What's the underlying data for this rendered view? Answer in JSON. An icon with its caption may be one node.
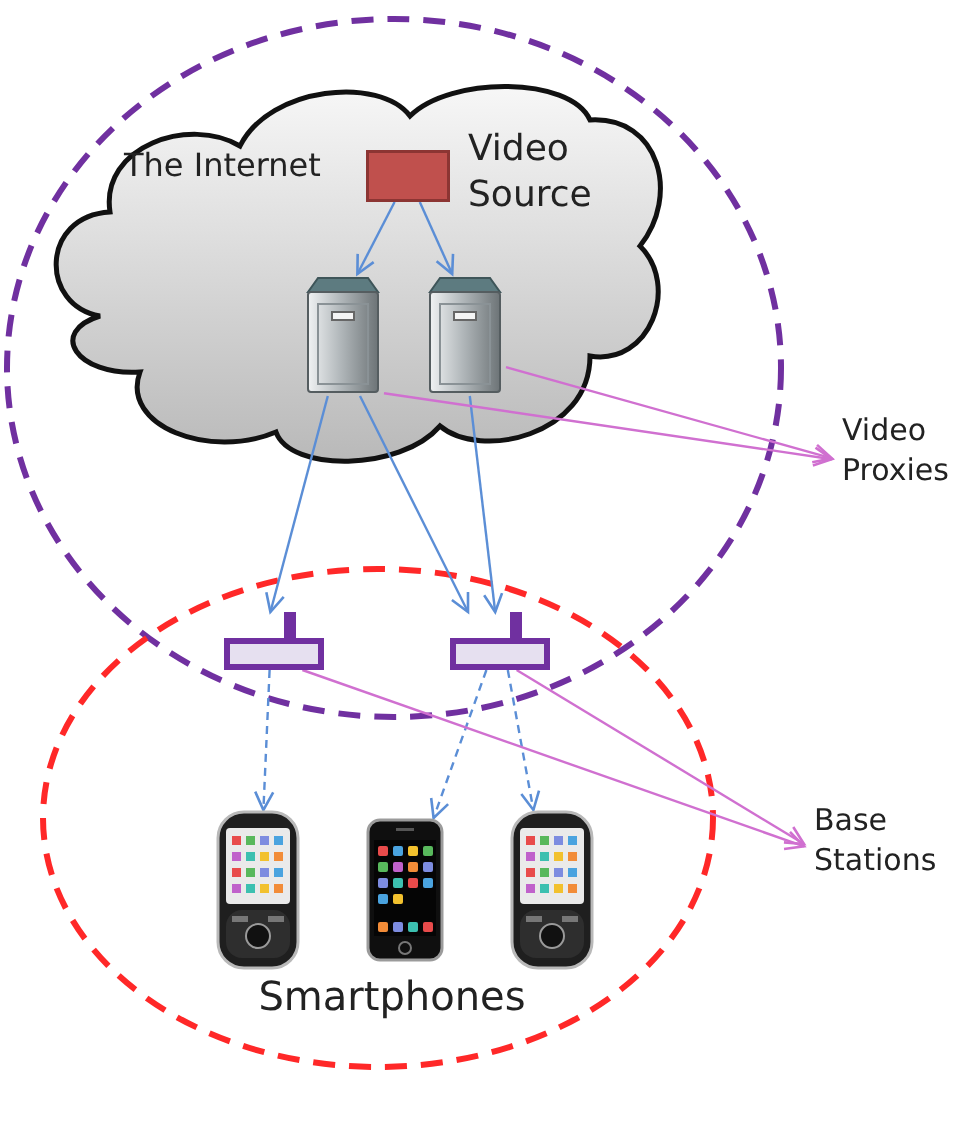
{
  "diagram": {
    "nodes": [
      {
        "text": [],
        "shape": "ellipse"
      },
      {
        "text": [
          "The Internet"
        ],
        "in": 0
      },
      {
        "text": [],
        "shape": "box",
        "beside": [
          "Video Source"
        ],
        "in": 1
      },
      {
        "text": [],
        "shape": "picture",
        "in": 1
      },
      {
        "text": [],
        "shape": "picture",
        "in": 1
      },
      {
        "text": [
          "Video Proxies"
        ]
      },
      {
        "text": [
          "Smartphones"
        ]
      },
      {
        "text": [],
        "shape": "box"
      },
      {
        "text": [],
        "shape": "box"
      },
      {
        "text": [],
        "shape": "picture",
        "in": 6
      },
      {
        "text": [],
        "shape": "picture",
        "in": 6
      },
      {
        "text": [],
        "shape": "picture",
        "in": 6
      },
      {
        "text": [
          "Base Stations"
        ]
      }
    ],
    "edges": [
      {
        "from": 2,
        "to": 3,
        "arrow": "to"
      },
      {
        "from": 2,
        "to": 4,
        "arrow": "to"
      },
      {
        "from": 3,
        "to": 7,
        "arrow": "to"
      },
      {
        "from": 3,
        "to": 8,
        "arrow": "to"
      },
      {
        "from": 4,
        "to": 8,
        "arrow": "to"
      },
      {
        "from": 7,
        "to": 9,
        "arrow": "to",
        "style": "dashed"
      },
      {
        "from": 8,
        "to": 10,
        "arrow": "to",
        "style": "dashed"
      },
      {
        "from": 8,
        "to": 11,
        "arrow": "to",
        "style": "dashed"
      },
      {
        "from": 3,
        "to": 5,
        "arrow": "to",
        "color": "#d070d0"
      },
      {
        "from": 4,
        "to": 5,
        "arrow": "to",
        "color": "#d070d0"
      },
      {
        "from": 7,
        "to": 12,
        "arrow": "to",
        "color": "#d070d0"
      },
      {
        "from": 8,
        "to": 12,
        "arrow": "to",
        "color": "#d070d0"
      }
    ]
  }
}
